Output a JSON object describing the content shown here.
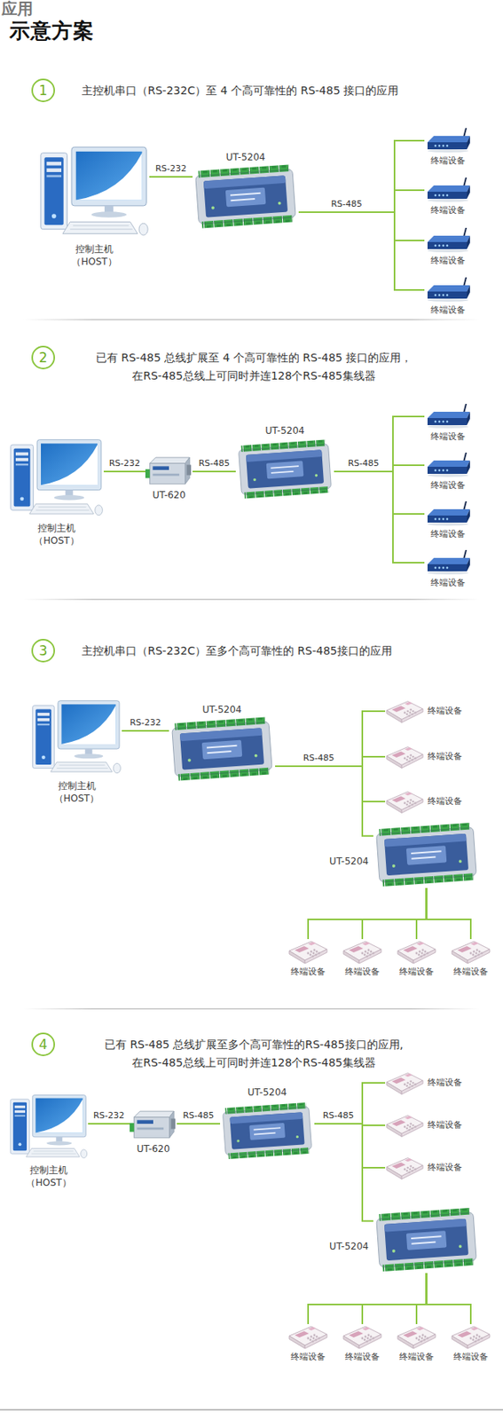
{
  "diagram": {
    "title": "示意方案",
    "nodes": [
      {
        "text": [
          "控制主机 （HOST）"
        ]
      },
      {
        "text": [
          "UT-5204"
        ]
      },
      {
        "text": [
          "终端设备"
        ]
      },
      {
        "text": [
          "终端设备"
        ]
      },
      {
        "text": [
          "终端设备"
        ]
      },
      {
        "text": [
          "终端设备"
        ]
      },
      {
        "text": [
          "控制主机 （HOST）"
        ]
      },
      {
        "text": [
          "UT-620"
        ]
      },
      {
        "text": [
          "UT-5204"
        ]
      },
      {
        "text": [
          "终端设备"
        ]
      },
      {
        "text": [
          "终端设备"
        ]
      },
      {
        "text": [
          "终端设备"
        ]
      },
      {
        "text": [
          "终端设备"
        ]
      },
      {
        "text": [
          "控制主机 （HOST）"
        ]
      },
      {
        "text": [
          "UT-5204"
        ]
      },
      {
        "text": [
          "终端设备"
        ]
      },
      {
        "text": [
          "终端设备"
        ]
      },
      {
        "text": [
          "终端设备"
        ]
      },
      {
        "text": [
          "UT-5204"
        ]
      },
      {
        "text": [
          "终端设备"
        ]
      },
      {
        "text": [
          "终端设备"
        ]
      },
      {
        "text": [
          "终端设备"
        ]
      },
      {
        "text": [
          "终端设备"
        ]
      },
      {
        "text": [
          "控制主机 （HOST）"
        ]
      },
      {
        "text": [
          "UT-620"
        ]
      },
      {
        "text": [
          "UT-5204"
        ]
      },
      {
        "text": [
          "终端设备"
        ]
      },
      {
        "text": [
          "终端设备"
        ]
      },
      {
        "text": [
          "终端设备"
        ]
      },
      {
        "text": [
          "UT-5204"
        ]
      },
      {
        "text": [
          "终端设备"
        ]
      },
      {
        "text": [
          "终端设备"
        ]
      },
      {
        "text": [
          "终端设备"
        ]
      },
      {
        "text": [
          "终端设备"
        ]
      }
    ],
    "edges": [
      {
        "from": 0,
        "to": 1,
        "label": "RS-232",
        "arrow": "none"
      },
      {
        "from": 1,
        "to": 2,
        "label": "RS-485",
        "arrow": "none"
      },
      {
        "from": 1,
        "to": 3,
        "arrow": "none"
      },
      {
        "from": 1,
        "to": 4,
        "arrow": "none"
      },
      {
        "from": 1,
        "to": 5,
        "arrow": "none"
      },
      {
        "from": 6,
        "to": 7,
        "label": "RS-232",
        "arrow": "none"
      },
      {
        "from": 7,
        "to": 8,
        "label": "RS-485",
        "arrow": "none"
      },
      {
        "from": 8,
        "to": 9,
        "label": "RS-485",
        "arrow": "none"
      },
      {
        "from": 8,
        "to": 10,
        "arrow": "none"
      },
      {
        "from": 8,
        "to": 11,
        "arrow": "none"
      },
      {
        "from": 8,
        "to": 12,
        "arrow": "none"
      },
      {
        "from": 13,
        "to": 14,
        "label": "RS-232",
        "arrow": "none"
      },
      {
        "from": 14,
        "to": 15,
        "label": "RS-485",
        "arrow": "none"
      },
      {
        "from": 14,
        "to": 16,
        "arrow": "none"
      },
      {
        "from": 14,
        "to": 17,
        "arrow": "none"
      },
      {
        "from": 14,
        "to": 18,
        "arrow": "none"
      },
      {
        "from": 18,
        "to": 19,
        "arrow": "none"
      },
      {
        "from": 18,
        "to": 20,
        "arrow": "none"
      },
      {
        "from": 18,
        "to": 21,
        "arrow": "none"
      },
      {
        "from": 18,
        "to": 22,
        "arrow": "none"
      },
      {
        "from": 23,
        "to": 24,
        "label": "RS-232",
        "arrow": "none"
      },
      {
        "from": 24,
        "to": 25,
        "label": "RS-485",
        "arrow": "none"
      },
      {
        "from": 25,
        "to": 26,
        "label": "RS-485",
        "arrow": "none"
      },
      {
        "from": 25,
        "to": 27,
        "arrow": "none"
      },
      {
        "from": 25,
        "to": 28,
        "arrow": "none"
      },
      {
        "from": 25,
        "to": 29,
        "arrow": "none"
      },
      {
        "from": 29,
        "to": 30,
        "arrow": "none"
      },
      {
        "from": 29,
        "to": 31,
        "arrow": "none"
      },
      {
        "from": 29,
        "to": 32,
        "arrow": "none"
      },
      {
        "from": 29,
        "to": 33,
        "arrow": "none"
      }
    ],
    "labels": [
      "应用",
      "1",
      "主控机串口（RS-232C）至 4 个高可靠性的 RS-485 接口的应用",
      "2",
      "已有 RS-485 总线扩展至 4 个高可靠性的 RS-485 接口的应用，",
      "在RS-485总线上可同时并连128个RS-485集线器",
      "3",
      "主控机串口（RS-232C）至多个高可靠性的 RS-485接口的应用",
      "4",
      "已有 RS-485 总线扩展至多个高可靠性的RS-485接口的应用,",
      "在RS-485总线上可同时并连128个RS-485集线器"
    ]
  }
}
